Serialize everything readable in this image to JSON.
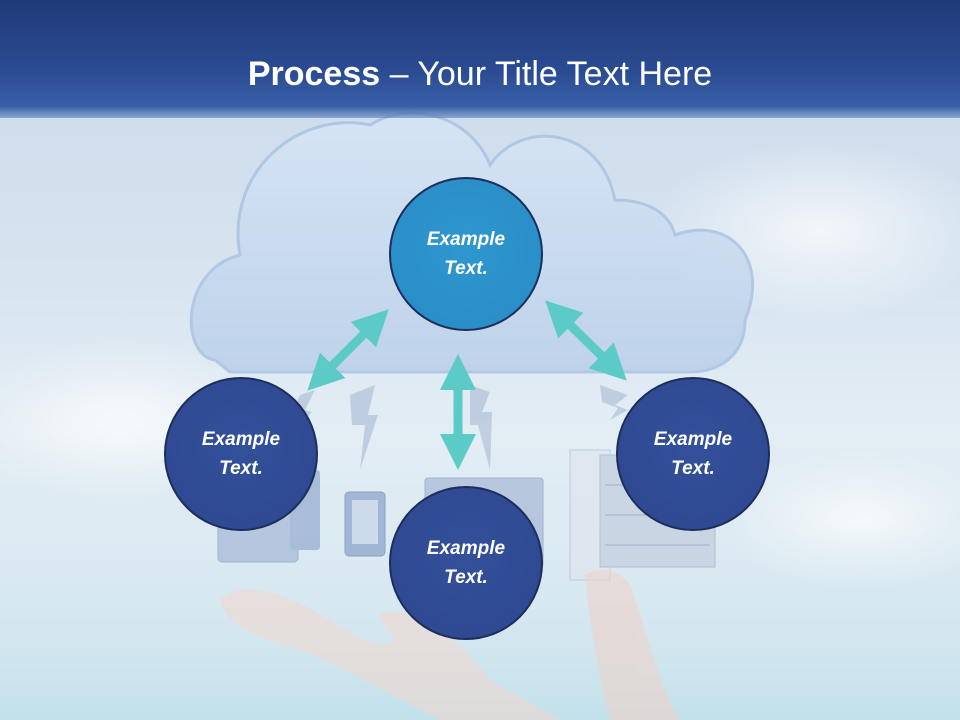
{
  "title": {
    "bold": "Process",
    "rest": " – Your Title Text Here"
  },
  "nodes": {
    "top": "Example Text.",
    "left": "Example Text.",
    "right": "Example Text.",
    "bottom": "Example Text."
  },
  "colors": {
    "title_bar": "#2a4b92",
    "top_node": "#2a8fc8",
    "other_nodes": "#2f4a92",
    "node_border": "#1c2f5c",
    "arrows": "#5ccbc8"
  }
}
